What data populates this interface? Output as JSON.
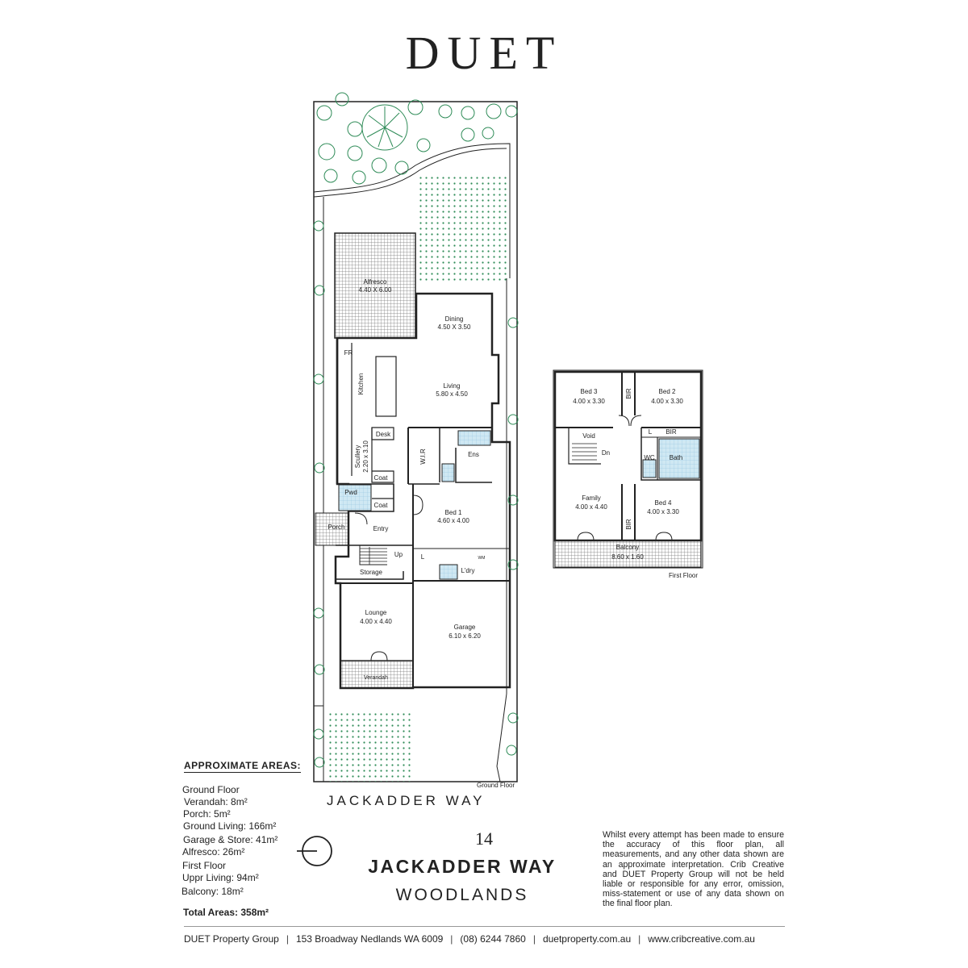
{
  "brand": {
    "logo": "DUET"
  },
  "ground_floor": {
    "label": "Ground Floor",
    "rooms": [
      {
        "name": "Alfresco",
        "dims": "4.40 X 6.00"
      },
      {
        "name": "Dining",
        "dims": "4.50 X 3.50"
      },
      {
        "name": "Living",
        "dims": "5.80 x 4.50"
      },
      {
        "name": "Kitchen"
      },
      {
        "name": "FR"
      },
      {
        "name": "Scullery",
        "dims": "2.20 x 3.10"
      },
      {
        "name": "Desk"
      },
      {
        "name": "Coat"
      },
      {
        "name": "Coat"
      },
      {
        "name": "Pwd"
      },
      {
        "name": "W.I.R"
      },
      {
        "name": "Ens"
      },
      {
        "name": "Bed 1",
        "dims": "4.60 x 4.00"
      },
      {
        "name": "Porch"
      },
      {
        "name": "Entry"
      },
      {
        "name": "Up"
      },
      {
        "name": "Storage"
      },
      {
        "name": "L"
      },
      {
        "name": "WM"
      },
      {
        "name": "L'dry"
      },
      {
        "name": "Lounge",
        "dims": "4.00 x 4.40"
      },
      {
        "name": "Garage",
        "dims": "6.10 x 6.20"
      },
      {
        "name": "Verandah"
      }
    ]
  },
  "first_floor": {
    "label": "First Floor",
    "rooms": [
      {
        "name": "Bed 3",
        "dims": "4.00 x 3.30"
      },
      {
        "name": "Bed 2",
        "dims": "4.00 x 3.30"
      },
      {
        "name": "BIR"
      },
      {
        "name": "Void"
      },
      {
        "name": "Dn"
      },
      {
        "name": "L"
      },
      {
        "name": "BIR"
      },
      {
        "name": "WC"
      },
      {
        "name": "Bath"
      },
      {
        "name": "Family",
        "dims": "4.00 x 4.40"
      },
      {
        "name": "Bed 4",
        "dims": "4.00 x 3.30"
      },
      {
        "name": "BIR"
      },
      {
        "name": "Balcony",
        "dims": "8.60 x 1.60"
      }
    ]
  },
  "street_label": "JACKADDER WAY",
  "areas": {
    "title": "APPROXIMATE AREAS:",
    "lines": [
      "Ground Floor",
      "Verandah: 8m²",
      "Porch: 5m²",
      "Ground Living: 166m²",
      "Garage & Store: 41m²",
      "Alfresco: 26m²",
      "First Floor",
      "Uppr Living: 94m²",
      "Balcony: 18m²"
    ],
    "total": "Total Areas: 358m²"
  },
  "address": {
    "number": "14",
    "street": "JACKADDER WAY",
    "suburb": "WOODLANDS"
  },
  "disclaimer": "Whilst every attempt has been made to ensure the accuracy of this floor plan, all measurements, and any other data shown are an approximate interpretation. Crib Creative and DUET Property Group will not be held liable or responsible for any error, omission, miss-statement or use of any data shown on the final floor plan.",
  "footer": {
    "company": "DUET Property Group",
    "address": "153 Broadway Nedlands WA 6009",
    "phone": "(08) 6244 7860",
    "website1": "duetproperty.com.au",
    "website2": "www.cribcreative.com.au"
  },
  "colors": {
    "line": "#222222",
    "green": "#2e8b57",
    "grid": "#777777",
    "wet": "#a9d6ea"
  }
}
